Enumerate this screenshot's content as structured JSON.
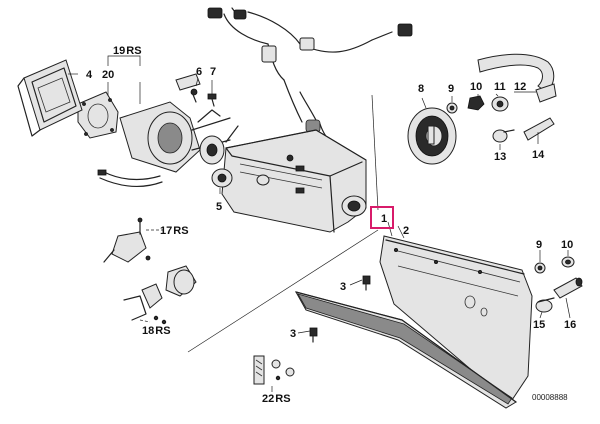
{
  "diagram": {
    "highlight_color": "#d81b6a",
    "callouts": {
      "c1": "1",
      "c2": "2",
      "c3a": "3",
      "c3b": "3",
      "c4": "4",
      "c5": "5",
      "c6": "6",
      "c7": "7",
      "c8": "8",
      "c9a": "9",
      "c9b": "9",
      "c10a": "10",
      "c10b": "10",
      "c11": "11",
      "c12": "12",
      "c13": "13",
      "c14": "14",
      "c15": "15",
      "c16": "16",
      "c17": "17",
      "c18": "18",
      "c19": "19",
      "c20": "20",
      "c22": "22"
    },
    "suffixes": {
      "rs17": "RS",
      "rs18": "RS",
      "rs19": "RS",
      "rs22": "RS"
    },
    "image_id": "00008888"
  }
}
